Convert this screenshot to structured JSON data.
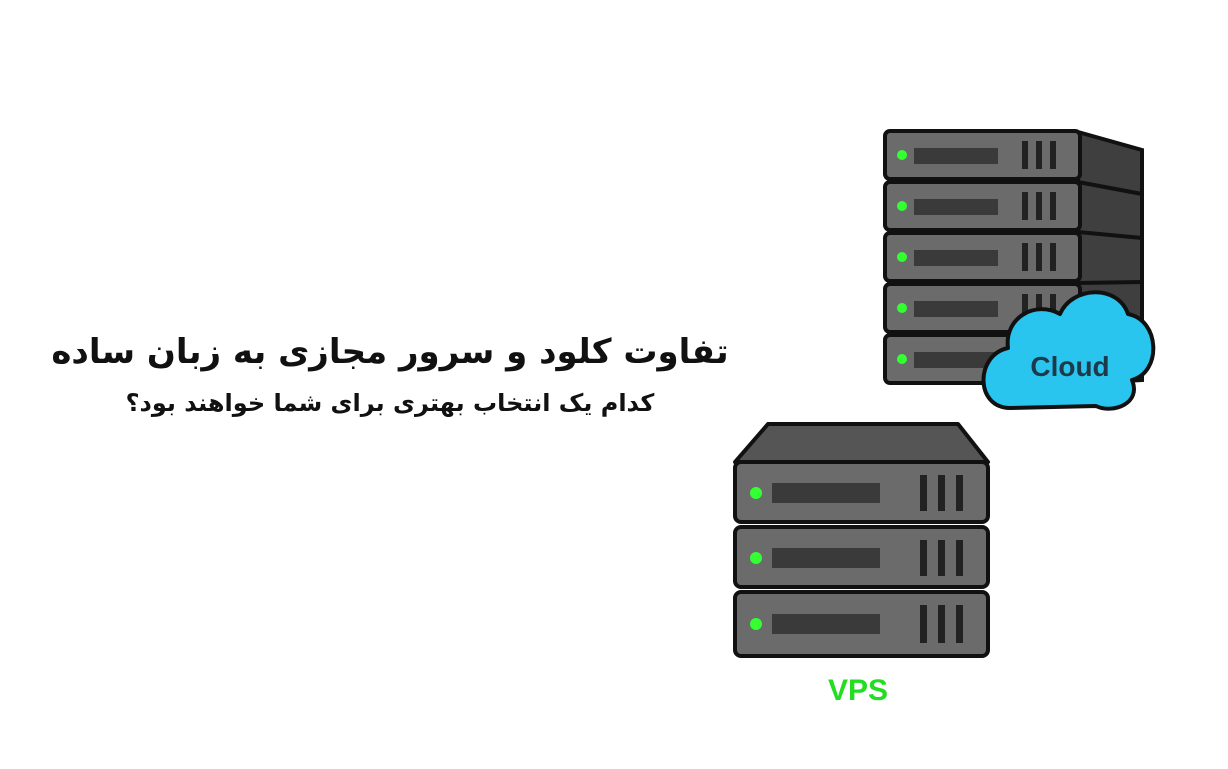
{
  "headline": {
    "title": "تفاوت کلود و سرور مجازی به زبان ساده",
    "subtitle": "کدام یک انتخاب بهتری برای شما خواهند بود؟"
  },
  "illustration": {
    "cloud_label": "Cloud",
    "vps_label": "VPS"
  },
  "colors": {
    "server_body": "#6b6b6b",
    "server_side": "#3f3f3f",
    "server_outline": "#111111",
    "led": "#33ff33",
    "cloud_fill": "#29c5ee",
    "vps_label": "#22dd22"
  },
  "icons": [
    "server-rack-icon",
    "cloud-icon",
    "status-led-icon"
  ]
}
